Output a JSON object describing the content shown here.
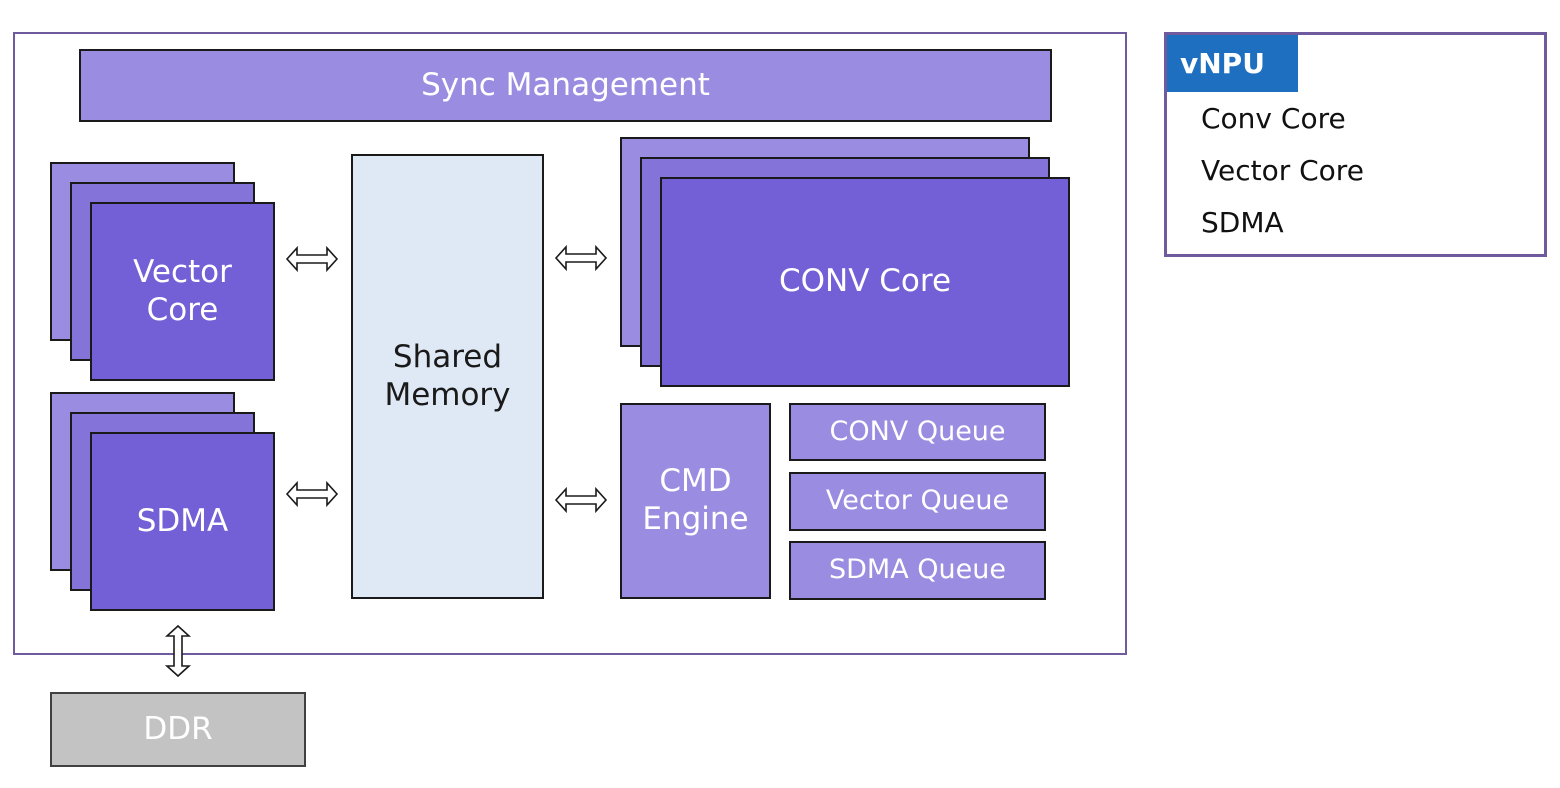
{
  "diagram": {
    "sync_management": "Sync Management",
    "vector_core": [
      "Vector",
      "Core"
    ],
    "sdma": "SDMA",
    "shared_memory": [
      "Shared",
      "Memory"
    ],
    "conv_core": "CONV Core",
    "cmd_engine": [
      "CMD",
      "Engine"
    ],
    "queues": [
      "CONV Queue",
      "Vector Queue",
      "SDMA Queue"
    ],
    "ddr": "DDR"
  },
  "legend": {
    "title": "vNPU",
    "items": [
      "Conv Core",
      "Vector Core",
      "SDMA"
    ]
  },
  "colors": {
    "block_light": "#9a8ce0",
    "block_mid": "#8473d9",
    "block_dark": "#735fd6",
    "shared_memory": "#dfe9f5",
    "ddr": "#c3c3c3",
    "frame_border": "#6f5a9e",
    "legend_title_bg": "#1f6fc1"
  }
}
